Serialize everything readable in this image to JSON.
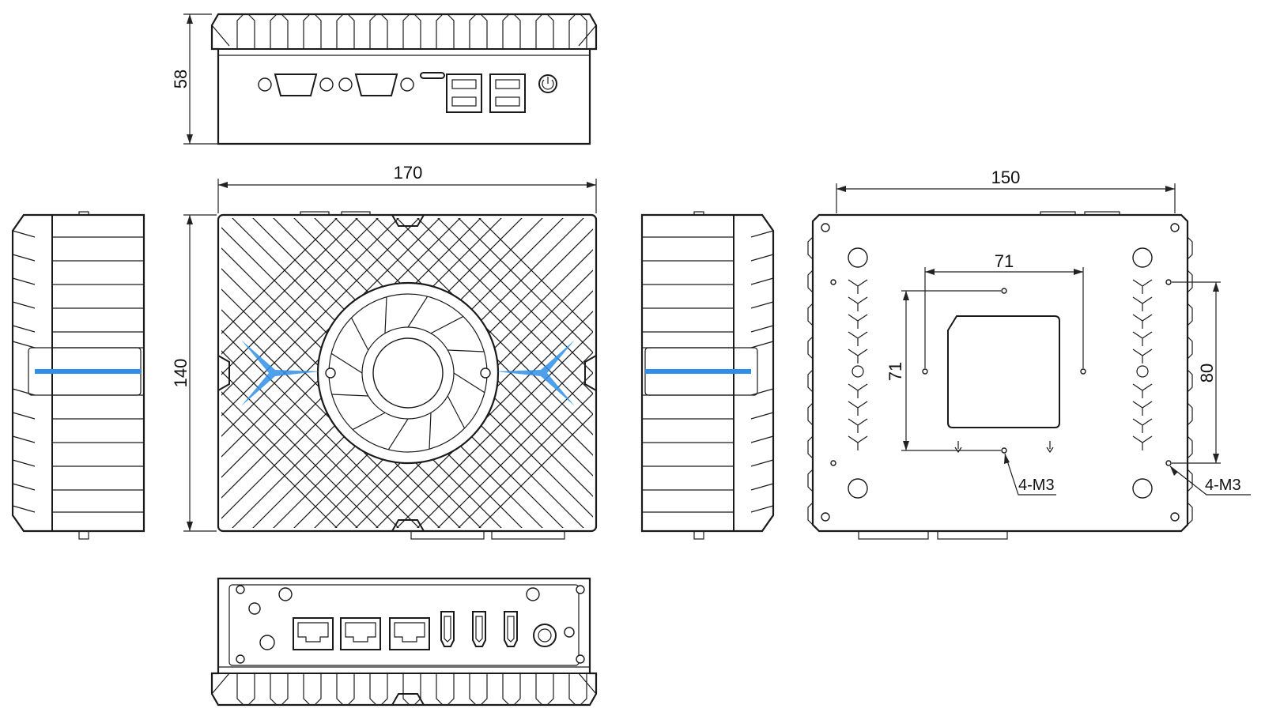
{
  "dimensions": {
    "front_height": "58",
    "top_width": "170",
    "top_depth": "140",
    "bottom_width": "150",
    "vesa_horizontal": "71",
    "vesa_vertical": "71",
    "bracket_spacing": "80"
  },
  "notes": {
    "vesa_screws": "4-M3",
    "bracket_screws": "4-M3"
  },
  "colors": {
    "line": "#1a1a1a",
    "accent_light": "#2f8fe6",
    "background": "#ffffff"
  },
  "icons": [
    "db9-serial-port",
    "usb-port",
    "usb-c-port",
    "power-button-icon",
    "rj45-port",
    "hdmi-port",
    "dc-jack",
    "fan-grille"
  ]
}
